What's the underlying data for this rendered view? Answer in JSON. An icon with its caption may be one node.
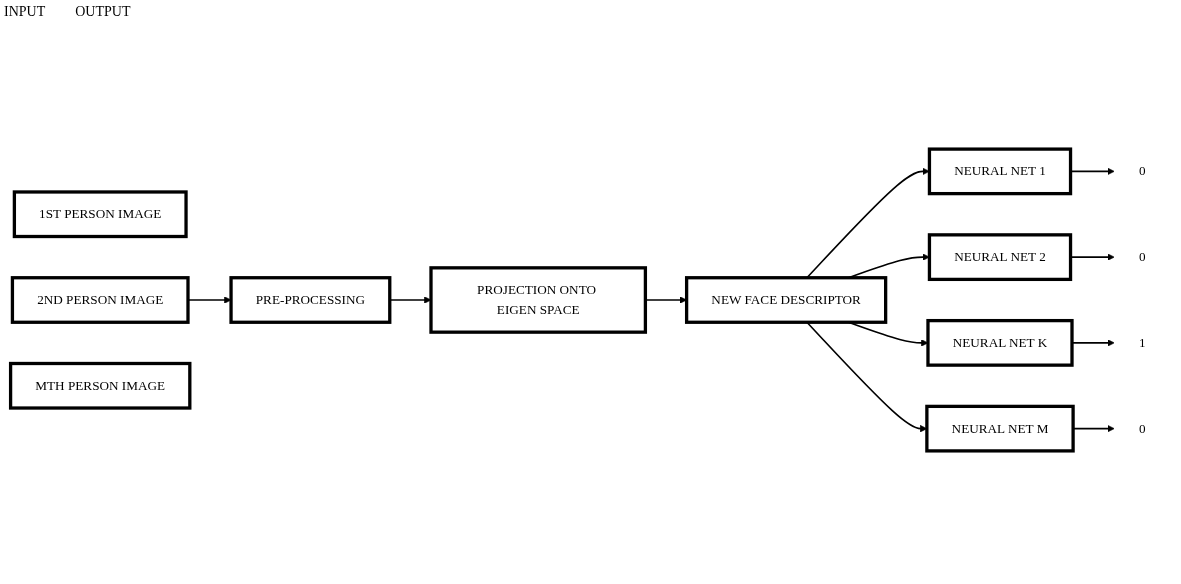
{
  "diagram": {
    "nodes": [
      {
        "text": [
          "1ST PERSON IMAGE"
        ]
      },
      {
        "text": [
          "2ND PERSON IMAGE"
        ]
      },
      {
        "text": [
          "MTH PERSON IMAGE"
        ]
      },
      {
        "text": [
          "PRE-PROCESSING"
        ]
      },
      {
        "text": [
          "PROJECTION ONTO EIGEN SPACE"
        ]
      },
      {
        "text": [
          "NEW FACE DESCRIPTOR"
        ]
      },
      {
        "text": [
          "NEURAL NET 1"
        ]
      },
      {
        "text": [
          "NEURAL NET 2"
        ]
      },
      {
        "text": [
          "NEURAL NET K"
        ]
      },
      {
        "text": [
          "NEURAL NET M"
        ]
      },
      {
        "text": [
          "0"
        ]
      },
      {
        "text": [
          "0"
        ]
      },
      {
        "text": [
          "1"
        ]
      },
      {
        "text": [
          "0"
        ]
      }
    ],
    "edges": [
      {
        "from": 1,
        "to": 3,
        "arrow": "to"
      },
      {
        "from": 3,
        "to": 4,
        "arrow": "to"
      },
      {
        "from": 4,
        "to": 5,
        "arrow": "to"
      },
      {
        "from": 5,
        "to": 6,
        "arrow": "to"
      },
      {
        "from": 5,
        "to": 7,
        "arrow": "to"
      },
      {
        "from": 5,
        "to": 8,
        "arrow": "to"
      },
      {
        "from": 5,
        "to": 9,
        "arrow": "to"
      },
      {
        "from": 6,
        "to": 10,
        "arrow": "to"
      },
      {
        "from": 7,
        "to": 11,
        "arrow": "to"
      },
      {
        "from": 8,
        "to": 12,
        "arrow": "to"
      },
      {
        "from": 9,
        "to": 13,
        "arrow": "to"
      }
    ],
    "labels": [
      "INPUT",
      "OUTPUT"
    ]
  }
}
